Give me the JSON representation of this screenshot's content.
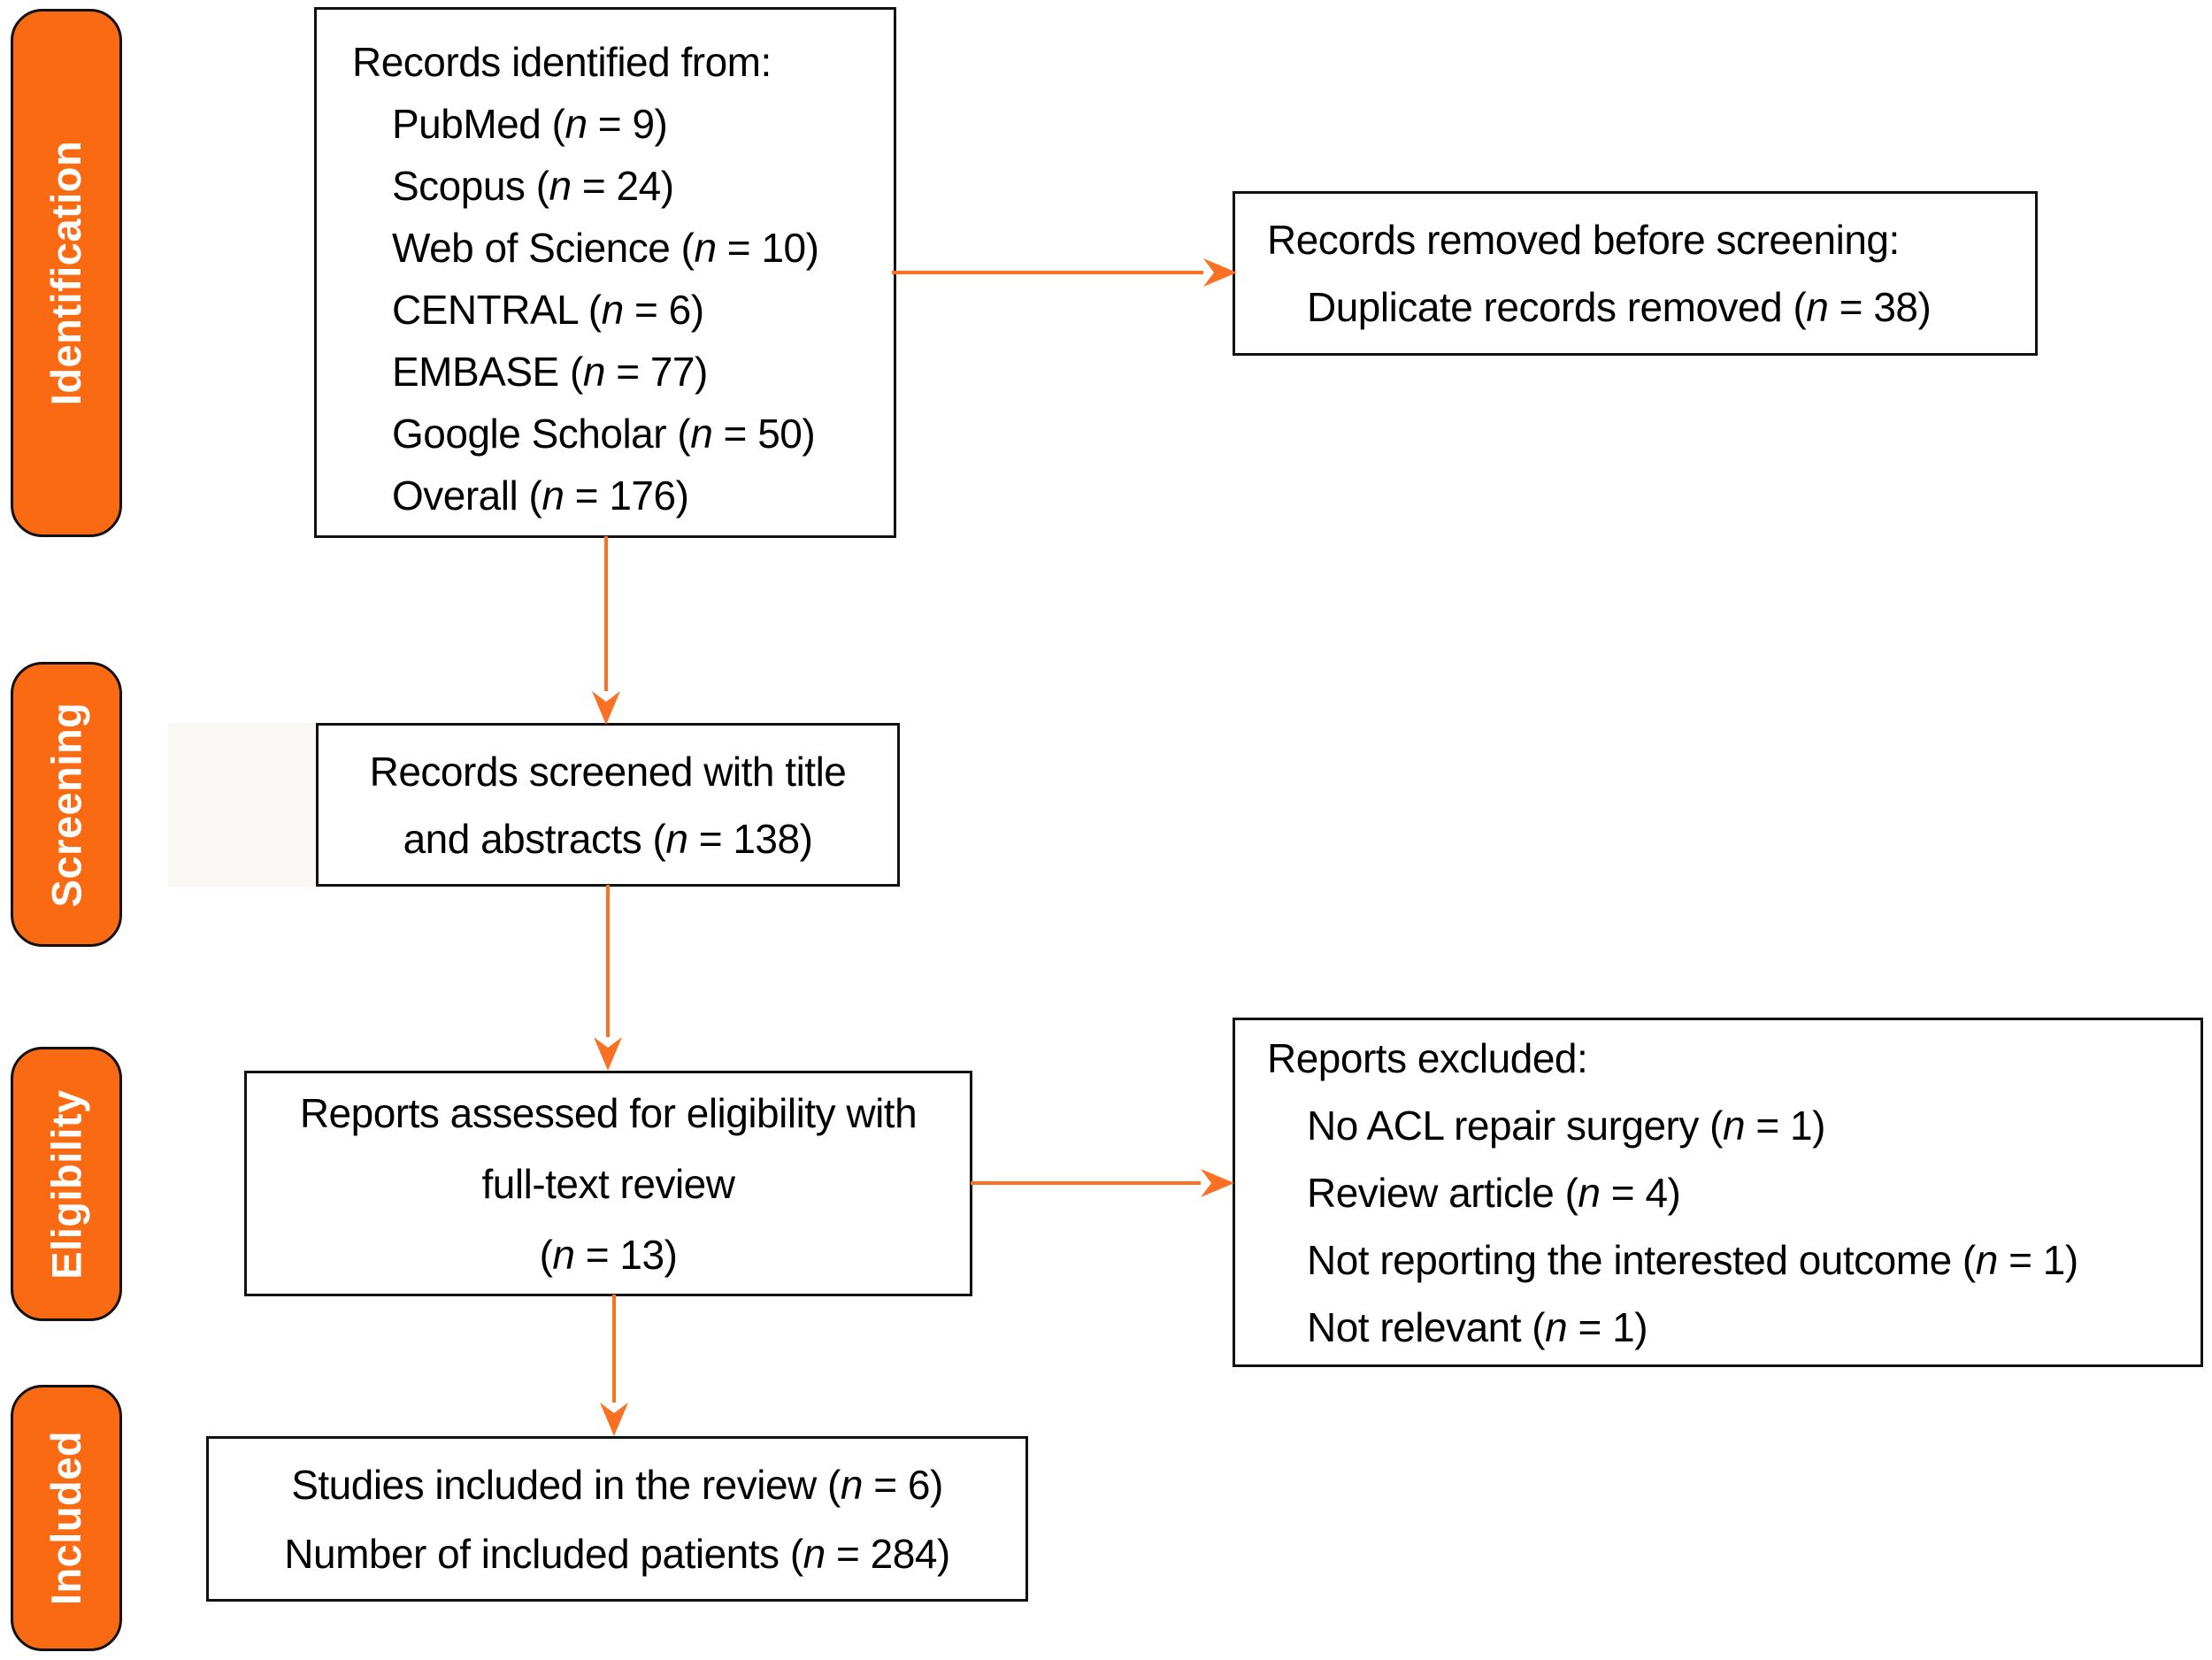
{
  "colors": {
    "tab_fill": "#FA6A12",
    "tab_text": "#FFFFFF",
    "arrow": "#FB7124",
    "box_border": "#111111",
    "text": "#000000",
    "background": "#FFFFFF"
  },
  "stage_labels": {
    "identification": "Identification",
    "screening": "Screening",
    "eligibility": "Eligibility",
    "included": "Included"
  },
  "boxes": {
    "identified": {
      "lines": [
        "Records identified from:",
        "PubMed (n = 9)",
        "Scopus (n = 24)",
        "Web of Science (n = 10)",
        "CENTRAL (n = 6)",
        "EMBASE (n = 77)",
        "Google Scholar (n = 50)",
        "Overall (n = 176)"
      ]
    },
    "removed": {
      "lines": [
        "Records removed before screening:",
        "Duplicate records removed (n = 38)"
      ]
    },
    "screened": {
      "lines": [
        "Records screened with title",
        "and abstracts (n = 138)"
      ]
    },
    "eligibility": {
      "lines": [
        "Reports assessed for eligibility with",
        "full-text review",
        "(n = 13)"
      ]
    },
    "excluded": {
      "lines": [
        "Reports excluded:",
        "No ACL repair surgery (n = 1)",
        "Review article (n = 4)",
        "Not reporting the interested outcome (n = 1)",
        "Not relevant (n = 1)"
      ]
    },
    "included": {
      "lines": [
        "Studies included in the review (n = 6)",
        "Number of included patients (n = 284)"
      ]
    }
  }
}
